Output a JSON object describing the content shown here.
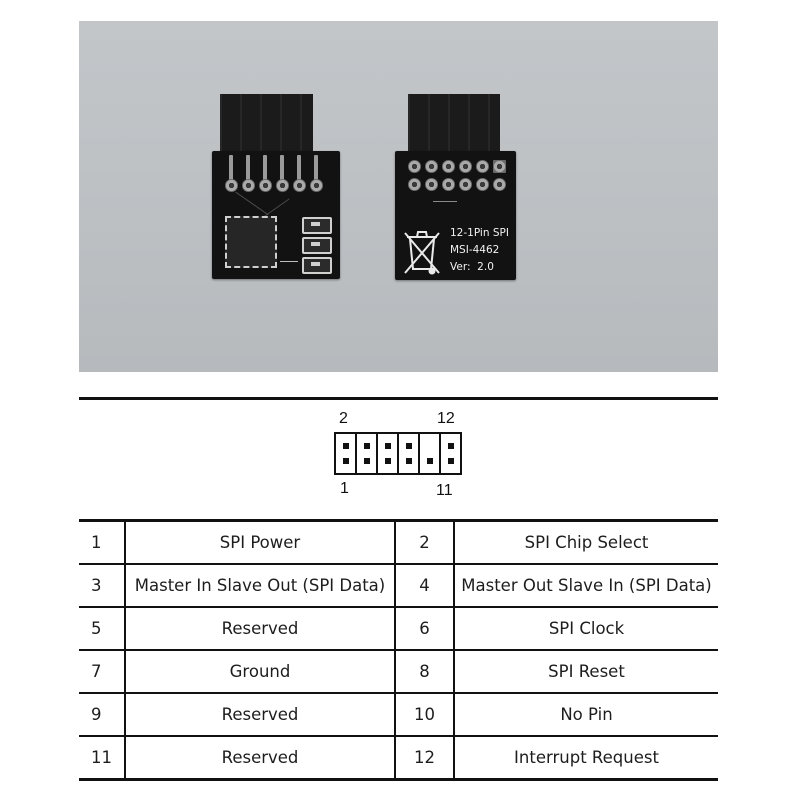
{
  "photo": {
    "alt": "Two black TPM/SPI module PCBs photographed on a grey background (front and back)",
    "front_board": {
      "description": "front side with QFN chip and three SMD components"
    },
    "back_board": {
      "silkscreen": [
        "12-1Pin SPI",
        "MSI-4462",
        "Ver:  2.0"
      ],
      "icon": "weee-crossed-bin-icon"
    }
  },
  "pin_diagram": {
    "label_top_left": "2",
    "label_top_right": "12",
    "label_bottom_left": "1",
    "label_bottom_right": "11",
    "columns": 6,
    "missing_pin": "10"
  },
  "pin_table": {
    "rows": [
      {
        "pin_a": "1",
        "desc_a": "SPI Power",
        "pin_b": "2",
        "desc_b": "SPI Chip Select"
      },
      {
        "pin_a": "3",
        "desc_a": "Master In Slave Out (SPI Data)",
        "pin_b": "4",
        "desc_b": "Master Out Slave In (SPI Data)"
      },
      {
        "pin_a": "5",
        "desc_a": "Reserved",
        "pin_b": "6",
        "desc_b": "SPI Clock"
      },
      {
        "pin_a": "7",
        "desc_a": "Ground",
        "pin_b": "8",
        "desc_b": "SPI Reset"
      },
      {
        "pin_a": "9",
        "desc_a": "Reserved",
        "pin_b": "10",
        "desc_b": "No Pin"
      },
      {
        "pin_a": "11",
        "desc_a": "Reserved",
        "pin_b": "12",
        "desc_b": "Interrupt Request"
      }
    ]
  },
  "colors": {
    "photo_background": "#bfc2c5",
    "pcb": "#121212",
    "line": "#111111",
    "text": "#1d1d1d"
  }
}
